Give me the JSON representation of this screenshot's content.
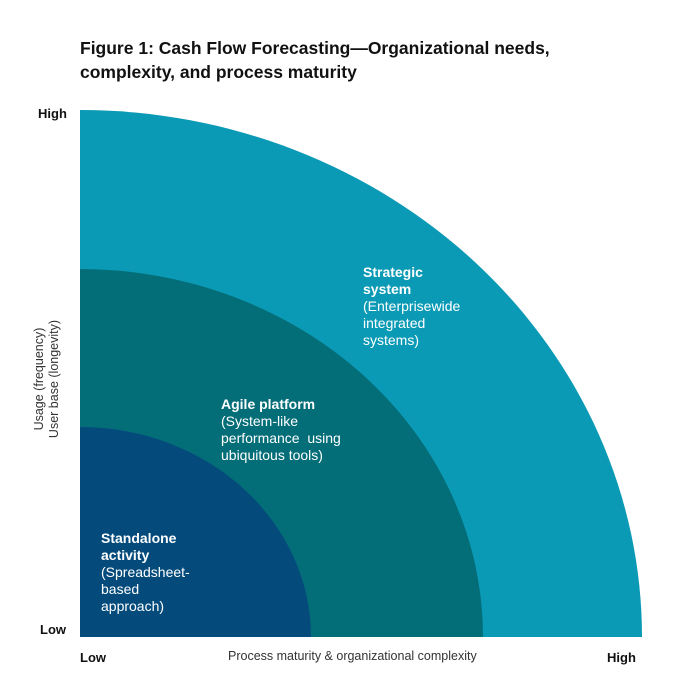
{
  "title": "Figure 1: Cash Flow Forecasting—Organizational needs, complexity, and process maturity",
  "y_axis": {
    "high_label": "High",
    "low_label": "Low",
    "title_line1": "Usage  (frequency)",
    "title_line2": "User base (longevity)"
  },
  "x_axis": {
    "low_label": "Low",
    "high_label": "High",
    "title": "Process maturity & organizational complexity"
  },
  "zones": [
    {
      "name": "Strategic system",
      "name_line1": "Strategic",
      "name_line2": "system",
      "desc_line1": "(Enterprisewide",
      "desc_line2": "integrated",
      "desc_line3": "systems)",
      "color": "#0b9ab5"
    },
    {
      "name": "Agile platform",
      "name_line1": "Agile platform",
      "desc_line1": "(System-like",
      "desc_line2": "performance  using",
      "desc_line3": "ubiquitous tools)",
      "color": "#036d78"
    },
    {
      "name": "Standalone activity",
      "name_line1": "Standalone",
      "name_line2": "activity",
      "desc_line1": "(Spreadsheet-",
      "desc_line2": "based",
      "desc_line3": "approach)",
      "color": "#044b7c"
    }
  ]
}
